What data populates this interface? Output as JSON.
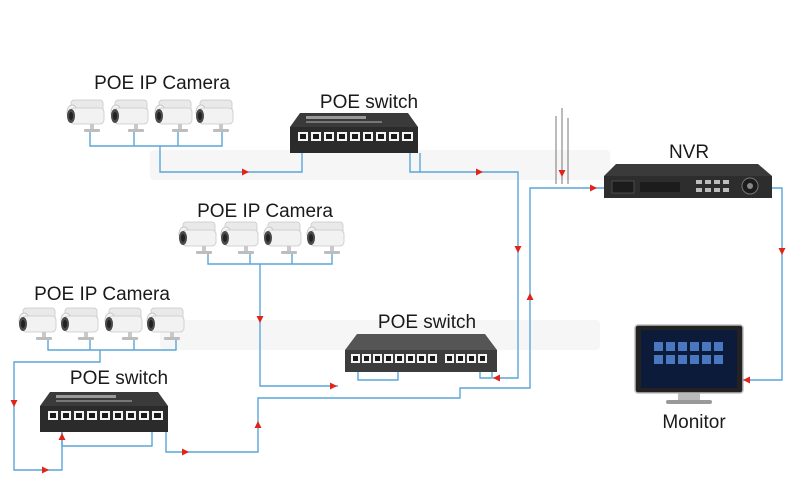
{
  "labels": {
    "camera_group_top": "POE IP Camera",
    "camera_group_middle": "POE IP Camera",
    "camera_group_bottom": "POE IP Camera",
    "switch_top": "POE switch",
    "switch_middle": "POE switch",
    "switch_bottom": "POE switch",
    "nvr": "NVR",
    "monitor": "Monitor"
  },
  "colors": {
    "wire": "#5aa6d9",
    "arrow": "#e2231a",
    "device_body": "#2b2b2b",
    "screen": "#0d1b3a"
  },
  "icons": {
    "camera": "bullet-camera-icon",
    "switch": "ethernet-switch-icon",
    "nvr": "nvr-recorder-icon",
    "monitor": "monitor-icon"
  }
}
